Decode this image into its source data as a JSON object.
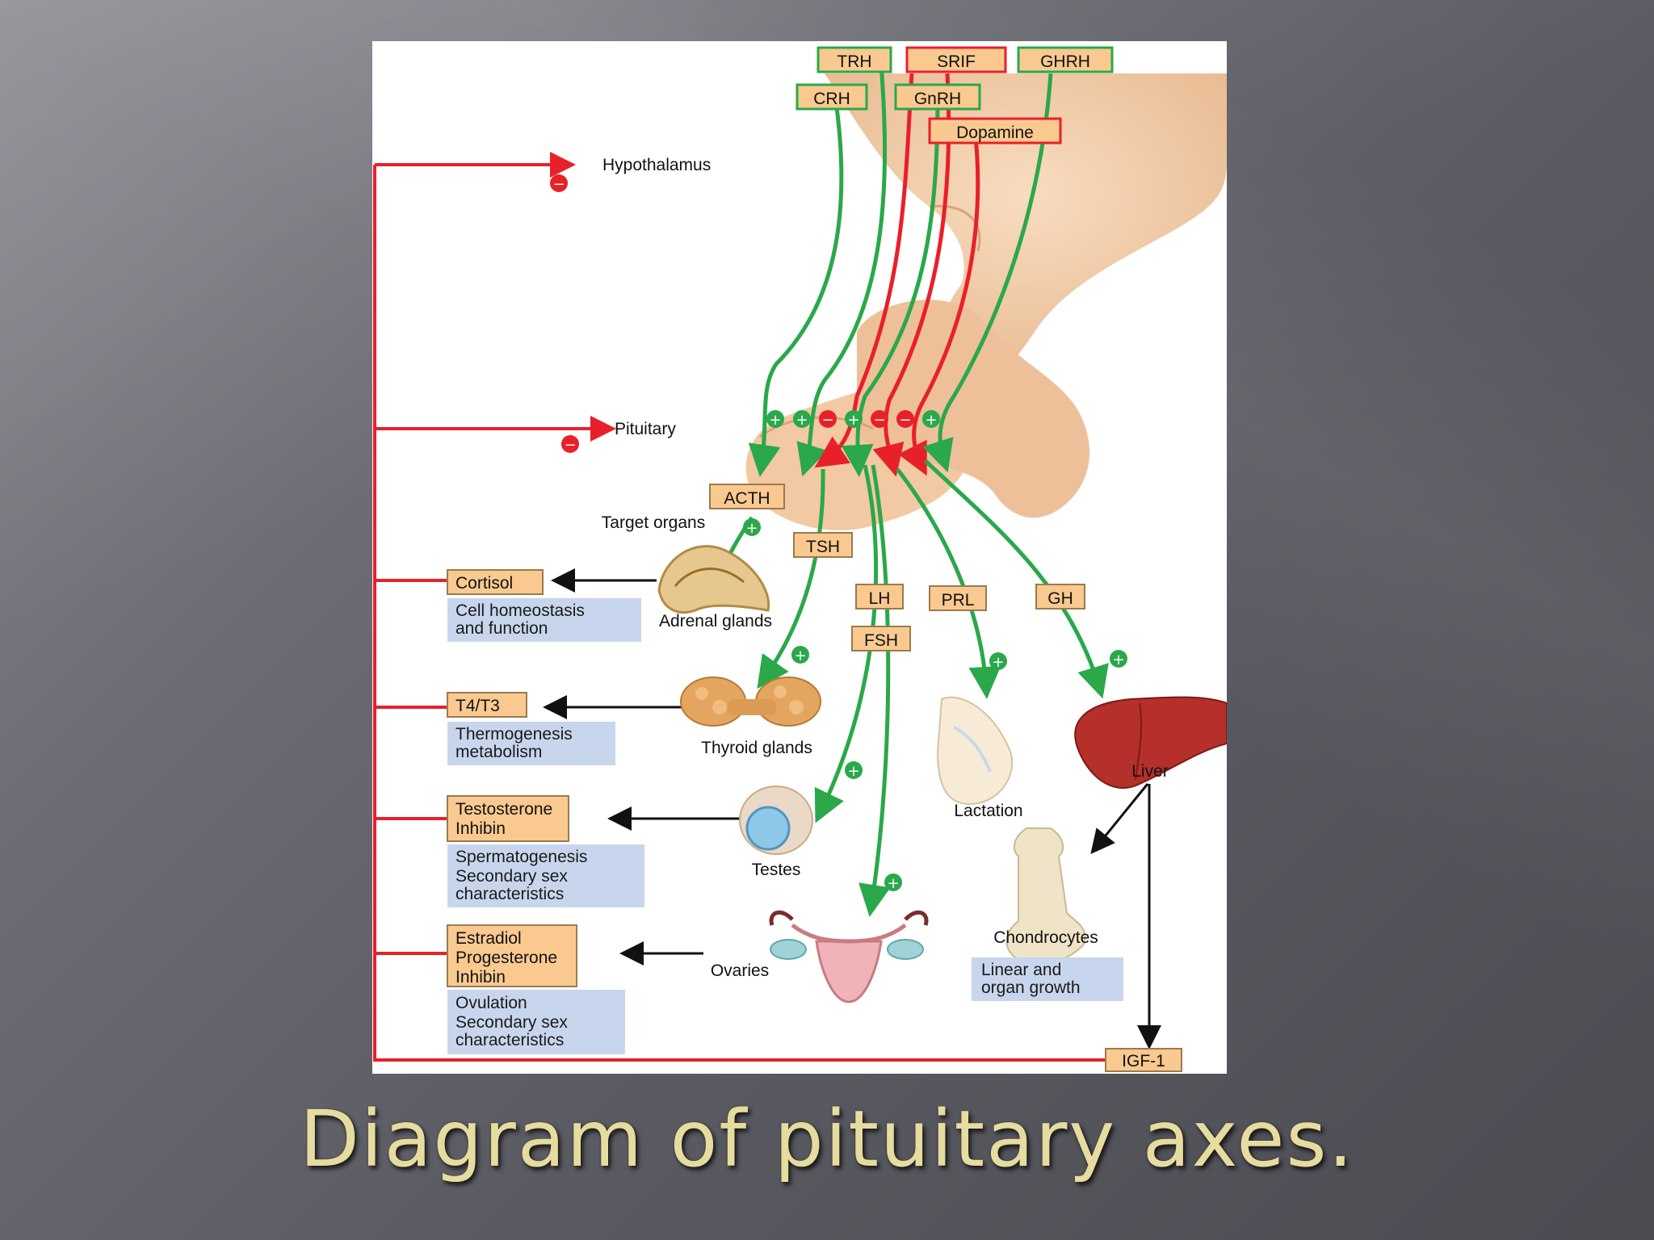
{
  "slide": {
    "title": "Diagram of pituitary axes.",
    "background": "#65656c",
    "title_color": "#e6dca0"
  },
  "colors": {
    "stimulatory": "#2aa84a",
    "inhibitory": "#e8202a",
    "feedback": "#e8202a",
    "hormone_box": "#f9c98f",
    "effect_box": "#c7d6ec",
    "tissue": "#f2c9a2"
  },
  "hypothalamic_factors": {
    "trh": "TRH",
    "srif": "SRIF",
    "ghrh": "GHRH",
    "crh": "CRH",
    "gnrh": "GnRH",
    "dopamine": "Dopamine"
  },
  "regions": {
    "hypothalamus": "Hypothalamus",
    "pituitary": "Pituitary",
    "target_organs": "Target organs"
  },
  "pituitary_hormones": {
    "acth": "ACTH",
    "tsh": "TSH",
    "lh": "LH",
    "fsh": "FSH",
    "prl": "PRL",
    "gh": "GH"
  },
  "target_glands": {
    "adrenal": "Adrenal glands",
    "thyroid": "Thyroid glands",
    "testes": "Testes",
    "ovaries": "Ovaries",
    "liver": "Liver",
    "lactation": "Lactation",
    "chondrocytes": "Chondrocytes"
  },
  "products": {
    "cortisol": "Cortisol",
    "t4t3": "T4/T3",
    "testosterone": [
      "Testosterone",
      "Inhibin"
    ],
    "estradiol": [
      "Estradiol",
      "Progesterone",
      "Inhibin"
    ],
    "igf1": "IGF-1"
  },
  "effects": {
    "cortisol": [
      "Cell homeostasis",
      "and function"
    ],
    "thyroid": [
      "Thermogenesis",
      "metabolism"
    ],
    "testes": [
      "Spermatogenesis",
      "Secondary sex",
      "characteristics"
    ],
    "ovaries": [
      "Ovulation",
      "Secondary sex",
      "characteristics"
    ],
    "growth": [
      "Linear and",
      "organ growth"
    ]
  },
  "pituitary_signs": [
    "+",
    "+",
    "−",
    "+",
    "−",
    "−",
    "+"
  ],
  "feedback_sign": "−",
  "stim_sign": "+"
}
